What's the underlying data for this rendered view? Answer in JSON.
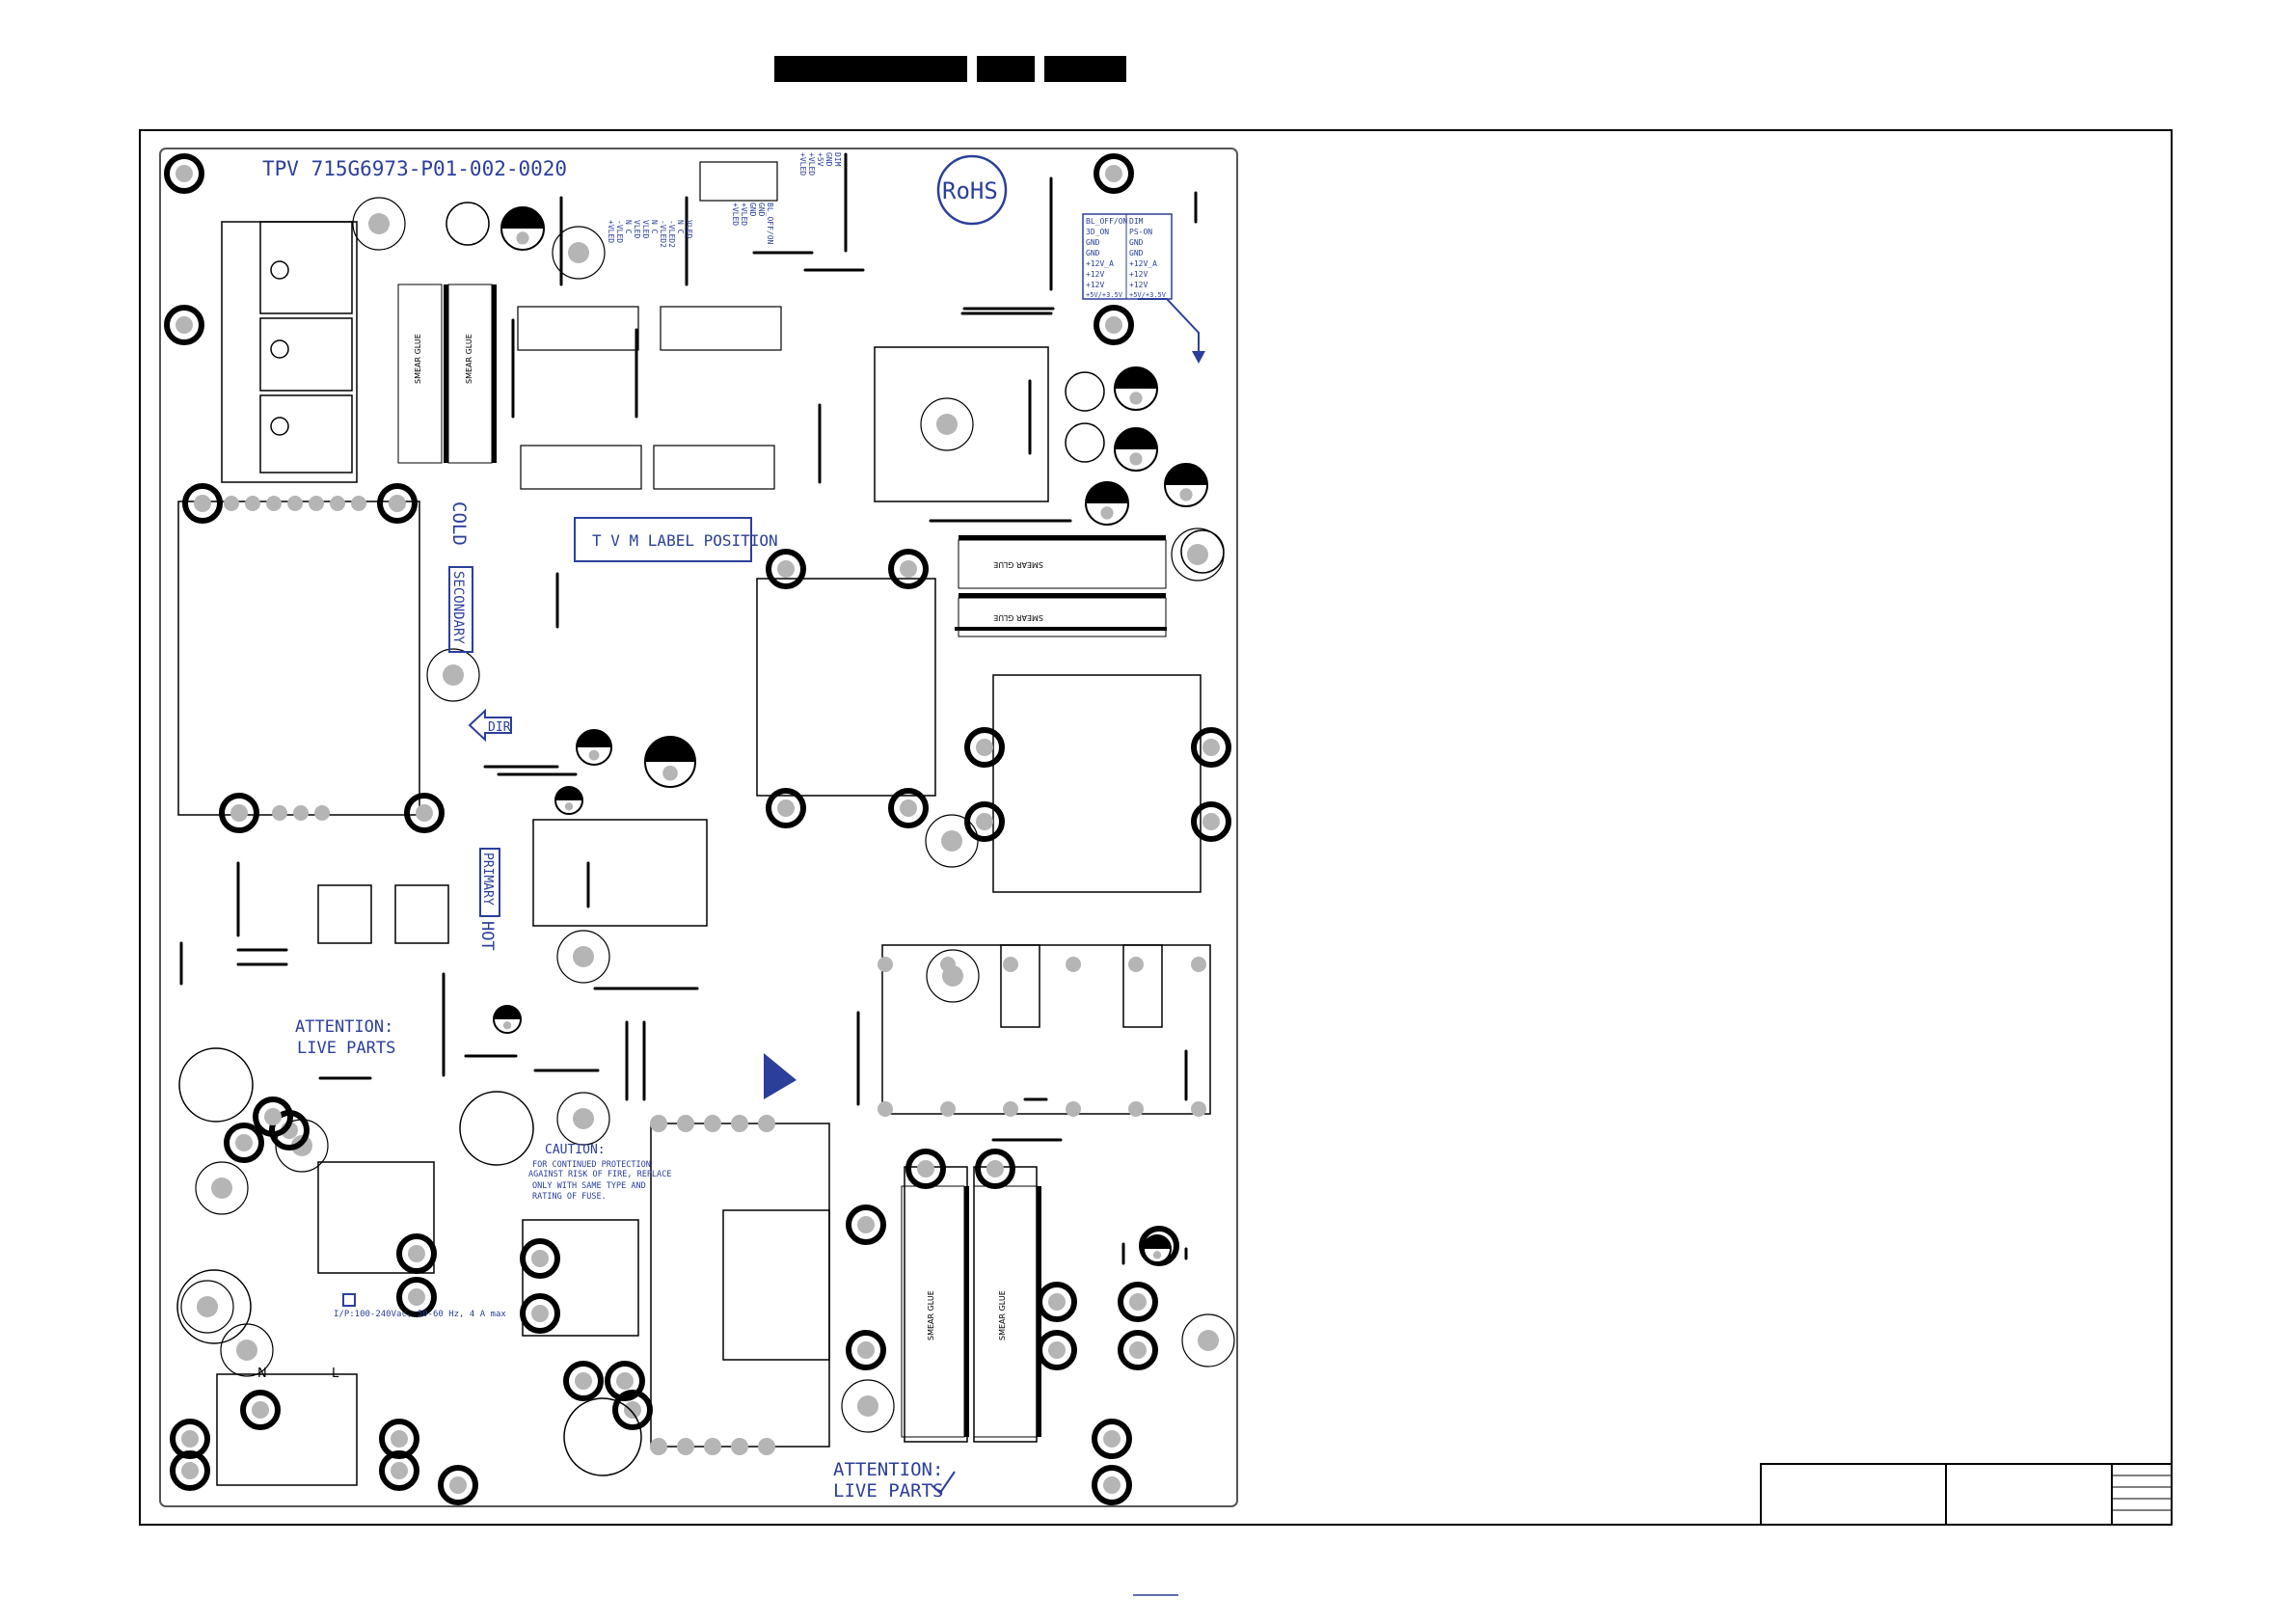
{
  "header": {
    "bars": [
      "",
      "",
      ""
    ]
  },
  "board": {
    "part_number": "TPV 715G6973-P01-002-0020",
    "rohs": "RoHS",
    "label_position": "T V M LABEL POSITION",
    "cold_label": "COLD",
    "secondary_label": "SECONDARY",
    "primary_label": "PRIMARY",
    "hot_label": "HOT",
    "dir_label": "DIR",
    "attention_1": "ATTENTION:",
    "live_parts_1": "LIVE PARTS",
    "attention_2": "ATTENTION:",
    "live_parts_2": "LIVE PARTS",
    "caution_title": "CAUTION:",
    "caution_lines": [
      "FOR CONTINUED PROTECTION",
      "AGAINST RISK OF FIRE, REPLACE",
      "ONLY WITH SAME TYPE AND",
      "RATING OF FUSE."
    ],
    "input_rating": "I/P:100-240Vac, 50-60 Hz, 4 A max",
    "neutral": "N",
    "line": "L",
    "glue": "SMEAR GLUE"
  },
  "pin_table_left": [
    "BL_OFF/ON",
    "3D_ON",
    "GND",
    "GND",
    "+12V_A",
    "+12V",
    "+12V",
    "+5V/+3.5V"
  ],
  "pin_table_right": [
    "DIM",
    "PS-ON",
    "GND",
    "GND",
    "+12V_A",
    "+12V",
    "+12V",
    "+5V/+3.5V"
  ],
  "top_connector_labels": [
    "DIM",
    "GND",
    "+5V",
    "+VLED",
    "+VLED",
    "BL_OFF/ON",
    "GND",
    "GND",
    "+VLED",
    "+VLED"
  ],
  "led_connector_labels": [
    "VLED",
    "N C",
    "-VLED2",
    "-VLED2",
    "N C",
    "VLED",
    "VLED",
    "N C",
    "-VLED",
    "+VLED"
  ],
  "footer": {
    "page_link": ""
  },
  "colors": {
    "ink": "#000000",
    "silkscreen_blue": "#2b3f9a",
    "pad_gray": "#b5b5b5",
    "board_outline": "#555555"
  }
}
